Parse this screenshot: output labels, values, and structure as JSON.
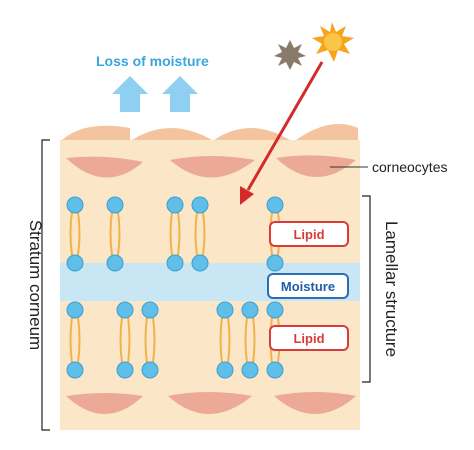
{
  "labels": {
    "loss": "Loss of moisture",
    "corneocytes": "corneocytes",
    "stratum": "Stratum corneum",
    "lamellar": "Lamellar structure",
    "lipid_top": "Lipid",
    "moisture": "Moisture",
    "lipid_bottom": "Lipid"
  },
  "colors": {
    "skin_bg": "#fbe6c8",
    "corneocyte_fill": "#ecaa96",
    "top_cell_fill": "#f3c49e",
    "moisture_band": "#c9e6f5",
    "lipid_head": "#5fbfe8",
    "lipid_tail": "#f2b24a",
    "lipid_label_border": "#d93a3a",
    "moisture_label_border": "#2a6fb5",
    "moisture_text": "#1f5fa8",
    "arrow_red": "#d42a2a",
    "loss_arrow": "#8fd0f2",
    "loss_text": "#3aa6e0",
    "sun": "#f7a31b",
    "dark_burst": "#8a7a6a"
  }
}
